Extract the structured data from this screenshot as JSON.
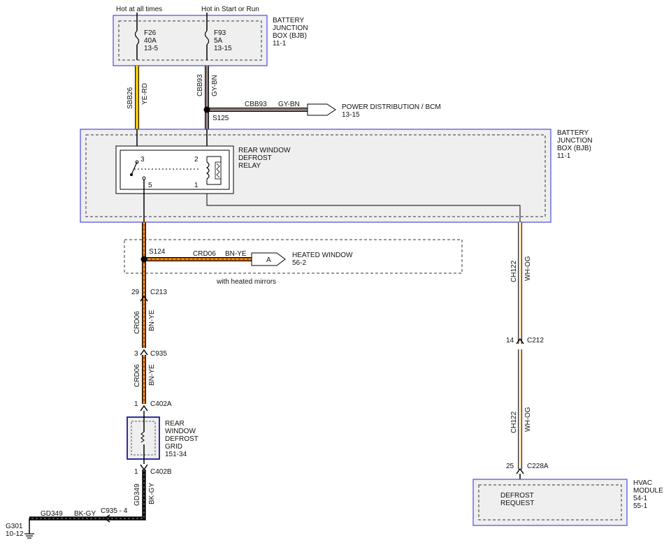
{
  "power_labels": {
    "hot_all_times": "Hot at all times",
    "hot_start_run": "Hot in Start or Run"
  },
  "bjb_top": {
    "title": [
      "BATTERY",
      "JUNCTION",
      "BOX (BJB)",
      "11-1"
    ],
    "fuse_f26": [
      "F26",
      "40A",
      "13-5"
    ],
    "fuse_f93": [
      "F93",
      "5A",
      "13-15"
    ]
  },
  "wires": {
    "sbb26": {
      "circuit": "SBB26",
      "color": "YE-RD"
    },
    "cbb93_v": {
      "circuit": "CBB93",
      "color": "GY-BN"
    },
    "cbb93_h": {
      "circuit": "CBB93",
      "color": "GY-BN"
    },
    "crd06_s124": {
      "circuit": "CRD06",
      "color": "BN-YE"
    },
    "crd06_a": {
      "circuit": "CRD06",
      "color": "BN-YE"
    },
    "crd06_b": {
      "circuit": "CRD06",
      "color": "BN-YE"
    },
    "ch122_a": {
      "circuit": "CH122",
      "color": "WH-OG"
    },
    "ch122_b": {
      "circuit": "CH122",
      "color": "WH-OG"
    },
    "gd349_v": {
      "circuit": "GD349",
      "color": "BK-GY"
    },
    "gd349_h": {
      "circuit": "GD349",
      "color": "BK-GY"
    }
  },
  "splices": {
    "s125": "S125",
    "s124": "S124"
  },
  "power_dist": [
    "POWER DISTRIBUTION / BCM",
    "13-15"
  ],
  "bjb_main": {
    "title": [
      "BATTERY",
      "JUNCTION",
      "BOX (BJB)",
      "11-1"
    ]
  },
  "relay": {
    "title": [
      "REAR WINDOW",
      "DEFROST",
      "RELAY"
    ],
    "pins": {
      "p3": "3",
      "p2": "2",
      "p5": "5",
      "p1": "1"
    }
  },
  "heated_window": {
    "tag": "A",
    "label": [
      "HEATED WINDOW",
      "56-2"
    ],
    "note": "with heated mirrors"
  },
  "connectors": {
    "c213": {
      "pin": "29",
      "name": "C213"
    },
    "c935": {
      "pin": "3",
      "name": "C935"
    },
    "c402a": {
      "pin": "1",
      "name": "C402A"
    },
    "c402b": {
      "pin": "1",
      "name": "C402B"
    },
    "c212": {
      "pin": "14",
      "name": "C212"
    },
    "c228a": {
      "pin": "25",
      "name": "C228A"
    },
    "c935_4": "C935 - 4"
  },
  "grid": {
    "title": [
      "REAR",
      "WINDOW",
      "DEFROST",
      "GRID",
      "151-34"
    ]
  },
  "hvac": {
    "title": [
      "HVAC",
      "MODULE",
      "54-1",
      "55-1"
    ],
    "inner": [
      "DEFROST",
      "REQUEST"
    ]
  },
  "ground": [
    "G301",
    "10-12"
  ],
  "colors": {
    "module_border": "#4a4adc",
    "module_fill": "#efefef",
    "ye": "#f4c300",
    "gy": "#8a7b7b",
    "bn": "#b35a00",
    "bn_stripe": "#f2b640",
    "wh": "#ffffff",
    "og": "#e8b050",
    "bk": "#000000",
    "grid_border": "#1a1a8c"
  }
}
